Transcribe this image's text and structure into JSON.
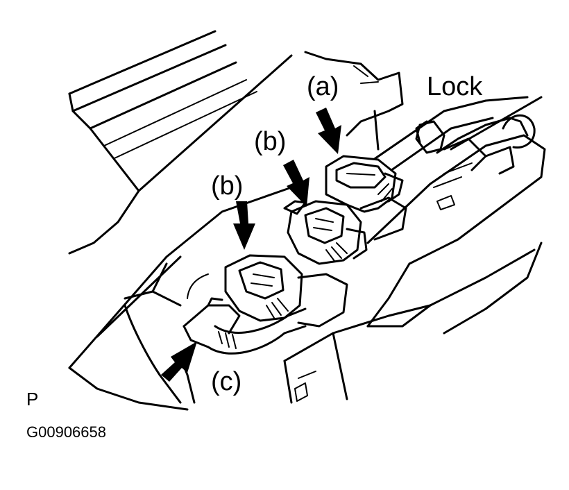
{
  "figure": {
    "callouts": {
      "a": "(a)",
      "b_upper": "(b)",
      "b_lower": "(b)",
      "c": "(c)"
    },
    "lock_label": "Lock",
    "corner_label": "P",
    "figure_code": "G00906658",
    "colors": {
      "line": "#000000",
      "background": "#ffffff"
    }
  }
}
